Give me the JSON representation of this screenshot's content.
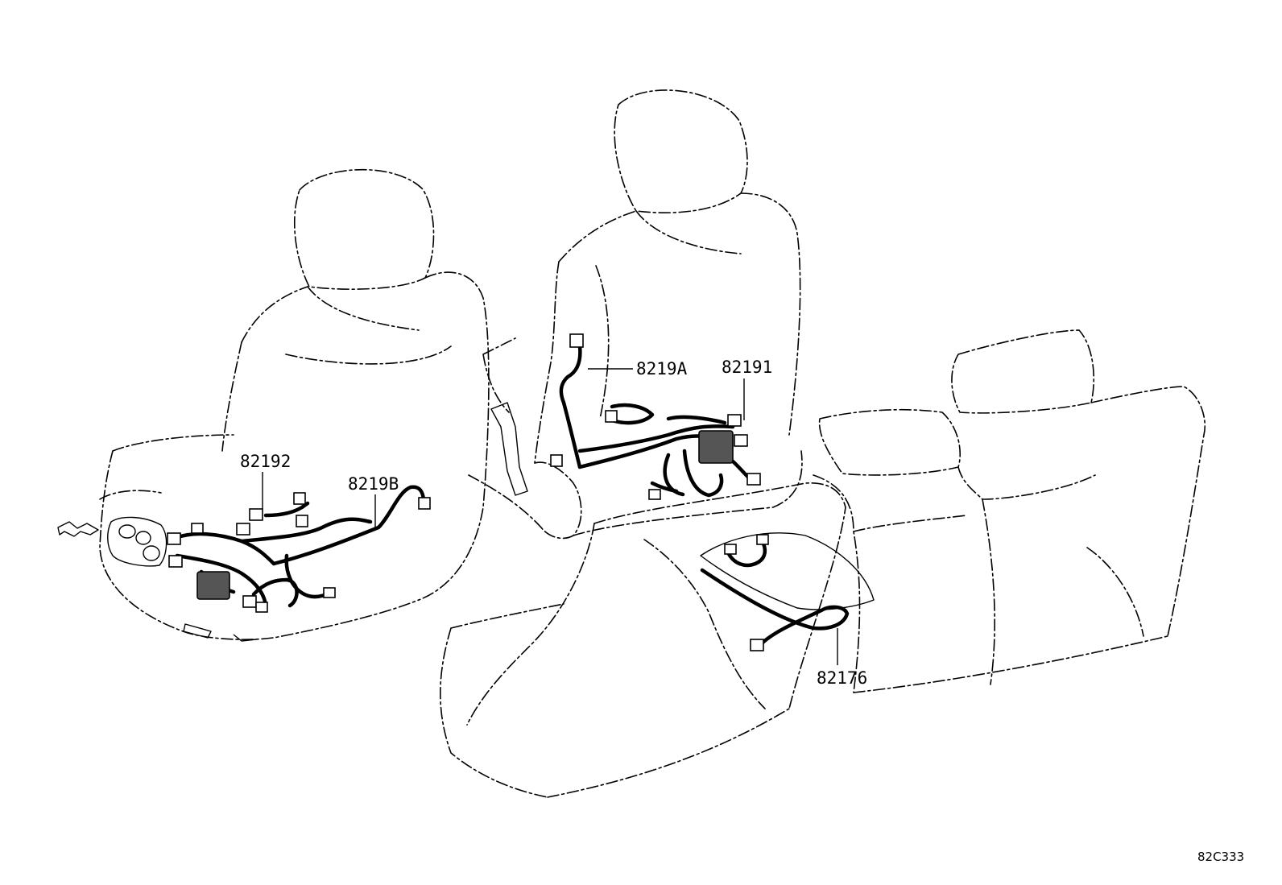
{
  "diagram": {
    "part_labels": {
      "p82192": "82192",
      "p8219b": "8219B",
      "p8219a": "8219A",
      "p82191": "82191",
      "p82176": "82176"
    },
    "figure_code": "82C333"
  }
}
